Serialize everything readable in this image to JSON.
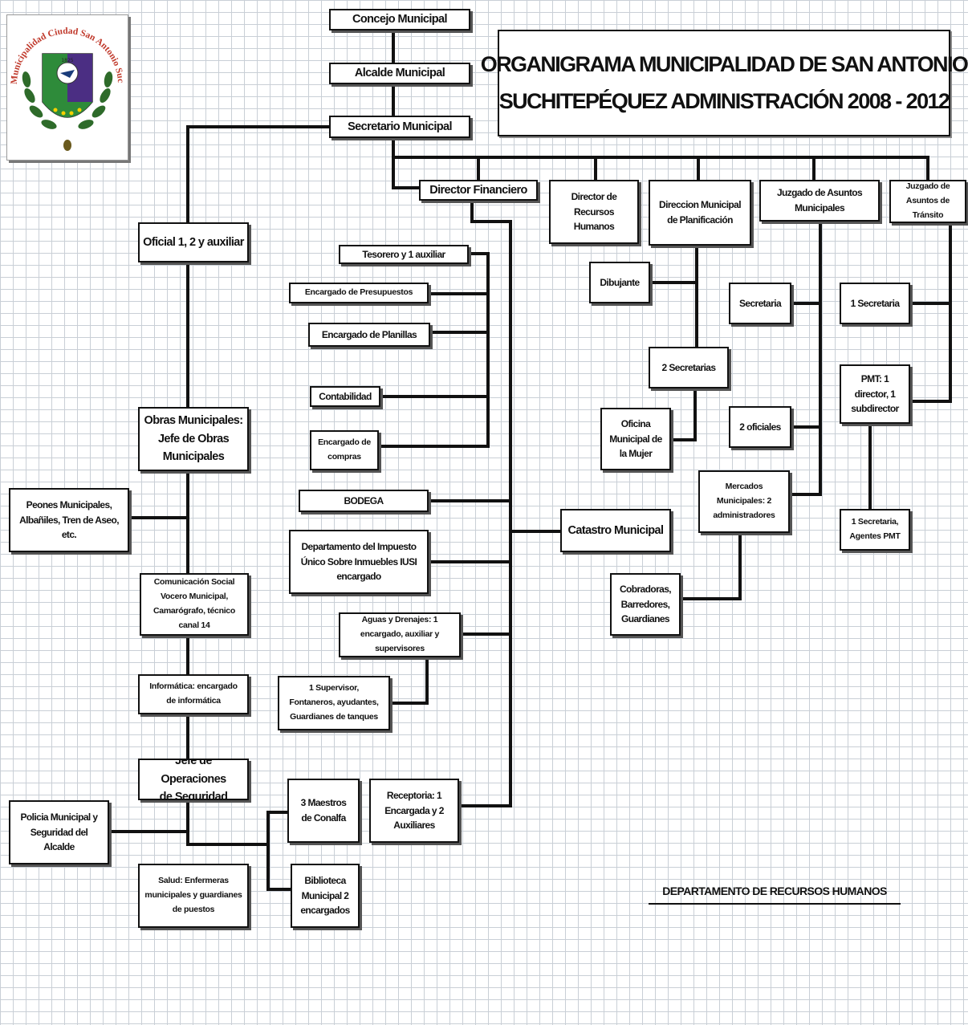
{
  "title": {
    "line1": "ORGANIGRAMA MUNICIPALIDAD DE SAN ANTONIO",
    "line2": "SUCHITEPÉQUEZ ADMINISTRACIÓN 2008  -  2012"
  },
  "logo": {
    "ring_text": "Municipalidad Ciudad San Antonio Such.",
    "year": "1825",
    "icon": "municipal-coat-of-arms-icon"
  },
  "footer": "DEPARTAMENTO DE RECURSOS HUMANOS",
  "colors": {
    "line": "#111111",
    "grid": "#c9cfd6",
    "logo_ring_text": "#c0392b",
    "logo_green": "#2e8b3a",
    "logo_purple": "#4b2e83"
  },
  "nodes": [
    {
      "id": "concejo",
      "label": "Concejo Municipal"
    },
    {
      "id": "alcalde",
      "label": "Alcalde Municipal"
    },
    {
      "id": "secretario",
      "label": "Secretario Municipal"
    },
    {
      "id": "oficial",
      "label": "Oficial 1, 2 y auxiliar"
    },
    {
      "id": "obras",
      "label": "Obras Municipales:\nJefe de Obras\nMunicipales"
    },
    {
      "id": "peones",
      "label": "Peones Municipales,\nAlbañiles, Tren de Aseo,\netc."
    },
    {
      "id": "comunicacion",
      "label": "Comunicación Social\nVocero Municipal,\nCamarógrafo, técnico\ncanal 14"
    },
    {
      "id": "informatica",
      "label": "Informática: encargado\nde informática"
    },
    {
      "id": "jefe_operaciones",
      "label": "Jefe de Operaciones\nde Seguridad"
    },
    {
      "id": "policia",
      "label": "Policia Municipal y\nSeguridad del\nAlcalde"
    },
    {
      "id": "salud",
      "label": "Salud: Enfermeras\nmunicipales y guardianes\nde puestos"
    },
    {
      "id": "maestros",
      "label": "3 Maestros\nde Conalfa"
    },
    {
      "id": "biblioteca",
      "label": "Biblioteca\nMunicipal 2\nencargados"
    },
    {
      "id": "receptoria",
      "label": "Receptoria: 1\nEncargada y 2\nAuxiliares"
    },
    {
      "id": "director_financiero",
      "label": "Director Financiero"
    },
    {
      "id": "tesorero",
      "label": "Tesorero y 1 auxiliar"
    },
    {
      "id": "presupuestos",
      "label": "Encargado de Presupuestos"
    },
    {
      "id": "planillas",
      "label": "Encargado de Planillas"
    },
    {
      "id": "contabilidad",
      "label": "Contabilidad"
    },
    {
      "id": "compras",
      "label": "Encargado de\ncompras"
    },
    {
      "id": "bodega",
      "label": "BODEGA"
    },
    {
      "id": "iusi",
      "label": "Departamento del Impuesto\nÚnico Sobre Inmuebles IUSI\nencargado"
    },
    {
      "id": "aguas",
      "label": "Aguas y Drenajes: 1\nencargado, auxiliar y\nsupervisores"
    },
    {
      "id": "supervisor",
      "label": "1 Supervisor,\nFontaneros, ayudantes,\nGuardianes de tanques"
    },
    {
      "id": "catastro",
      "label": "Catastro Municipal"
    },
    {
      "id": "recursos_humanos",
      "label": "Director de\nRecursos\nHumanos"
    },
    {
      "id": "planificacion",
      "label": "Direccion Municipal\nde Planificación"
    },
    {
      "id": "dibujante",
      "label": "Dibujante"
    },
    {
      "id": "dos_secretarias",
      "label": "2 Secretarias"
    },
    {
      "id": "oficina_mujer",
      "label": "Oficina\nMunicipal de\nla Mujer"
    },
    {
      "id": "juzgado_municipales",
      "label": "Juzgado de Asuntos\nMunicipales"
    },
    {
      "id": "secretaria_juzgado",
      "label": "Secretaria"
    },
    {
      "id": "dos_oficiales",
      "label": "2 oficiales"
    },
    {
      "id": "mercados",
      "label": "Mercados\nMunicipales: 2\nadministradores"
    },
    {
      "id": "cobradoras",
      "label": "Cobradoras,\nBarredores,\nGuardianes"
    },
    {
      "id": "juzgado_transito",
      "label": "Juzgado de\nAsuntos de\nTránsito"
    },
    {
      "id": "una_secretaria",
      "label": "1 Secretaria"
    },
    {
      "id": "pmt",
      "label": "PMT: 1\ndirector, 1\nsubdirector"
    },
    {
      "id": "secretaria_pmt",
      "label": "1 Secretaria,\nAgentes PMT"
    }
  ]
}
